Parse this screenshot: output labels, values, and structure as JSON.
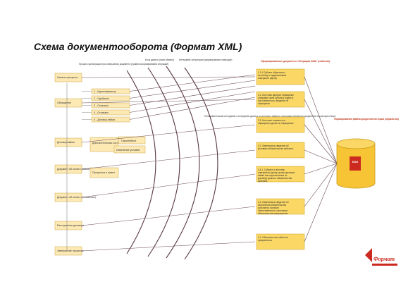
{
  "title": "Схема документооборота (Формат XML)",
  "headers": {
    "process": "Процесс фильтрации при совершении документа (правила формирования операций)",
    "data_block": "Блок данных (поля обмена)",
    "interface": "Интерфейс операторов (формирование операций)",
    "formed_docs": "Сформированные документы «Операции БКИ» (события)",
    "bki_process": "Формирование файла кредитной истории (обработка)"
  },
  "process_steps": [
    "Начало процесса",
    "Обращение",
    "Договор займа",
    "Документ об оплате (займе)",
    "Документ об оплате (погашение)",
    "Расторжение договора",
    "Завершение процесса"
  ],
  "sub_items": [
    "1 - Идентификатор",
    "2 - Одобрено",
    "3 - Отказано",
    "4 - Отозвано",
    "5 - Договор займа"
  ],
  "contract_boxes": [
    "Дополнительные соглашения",
    "Гарантийное",
    "Изменение условий"
  ],
  "payment_box": "Просрочка и лимит",
  "middle_note": "Пользовательский интерфейс и интерфейс данных по договору займа и операциям обработки документов оператора в бюро",
  "events": [
    "1.1.1 Субъект обратился к источнику с предложением совершить сделку",
    "2.1. Источник одобрил обращение (направил заем субъекту оферту) или изменилось сведение об обращении",
    "2.3. Источник отказался от обращения сделки по обращению",
    "3.1. Изменились сведения об условиях обязательства субъекта",
    "3.4.1. Субъект и источник совершили сделку, кроме договора займа или перечисления по договору данного обязательства субъекта",
    "3.2. Изменились сведения об исполнении обязательства субъектом, наличии ответственности, окончании обязательства прекращения возможности займа",
    "2.1. Обязательство субъекта прекратилось"
  ],
  "db_label": "БКИ",
  "logo_text": "Формат"
}
